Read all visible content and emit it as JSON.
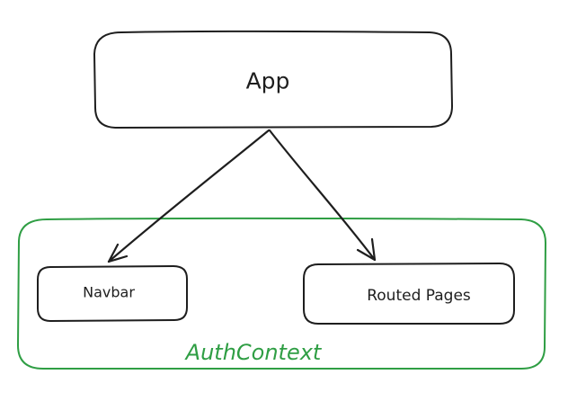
{
  "nodes": {
    "app": {
      "label": "App"
    },
    "navbar": {
      "label": "Navbar"
    },
    "routed_pages": {
      "label": "Routed Pages"
    }
  },
  "group": {
    "label": "AuthContext"
  },
  "edges": [
    {
      "from": "App",
      "to": "Navbar"
    },
    {
      "from": "App",
      "to": "Routed Pages"
    }
  ],
  "colors": {
    "stroke": "#1e1e1e",
    "group_stroke": "#2f9e44",
    "background": "#ffffff"
  }
}
